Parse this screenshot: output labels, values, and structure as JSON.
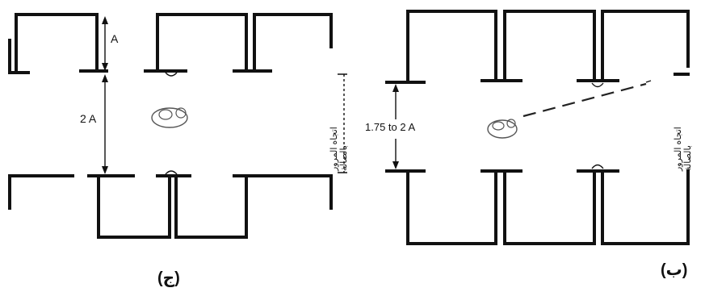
{
  "left_plan": {
    "dim_small": "A",
    "dim_large": "2 A",
    "side_note": "اتجاه المرور\nبالصالة",
    "caption": "(ج)"
  },
  "right_plan": {
    "dim_width": "1.75 to 2 A",
    "side_note": "اتجاه المرور\nبالصالة",
    "caption": "(ب)"
  },
  "colors": {
    "ink": "#111111",
    "paper": "#ffffff"
  }
}
